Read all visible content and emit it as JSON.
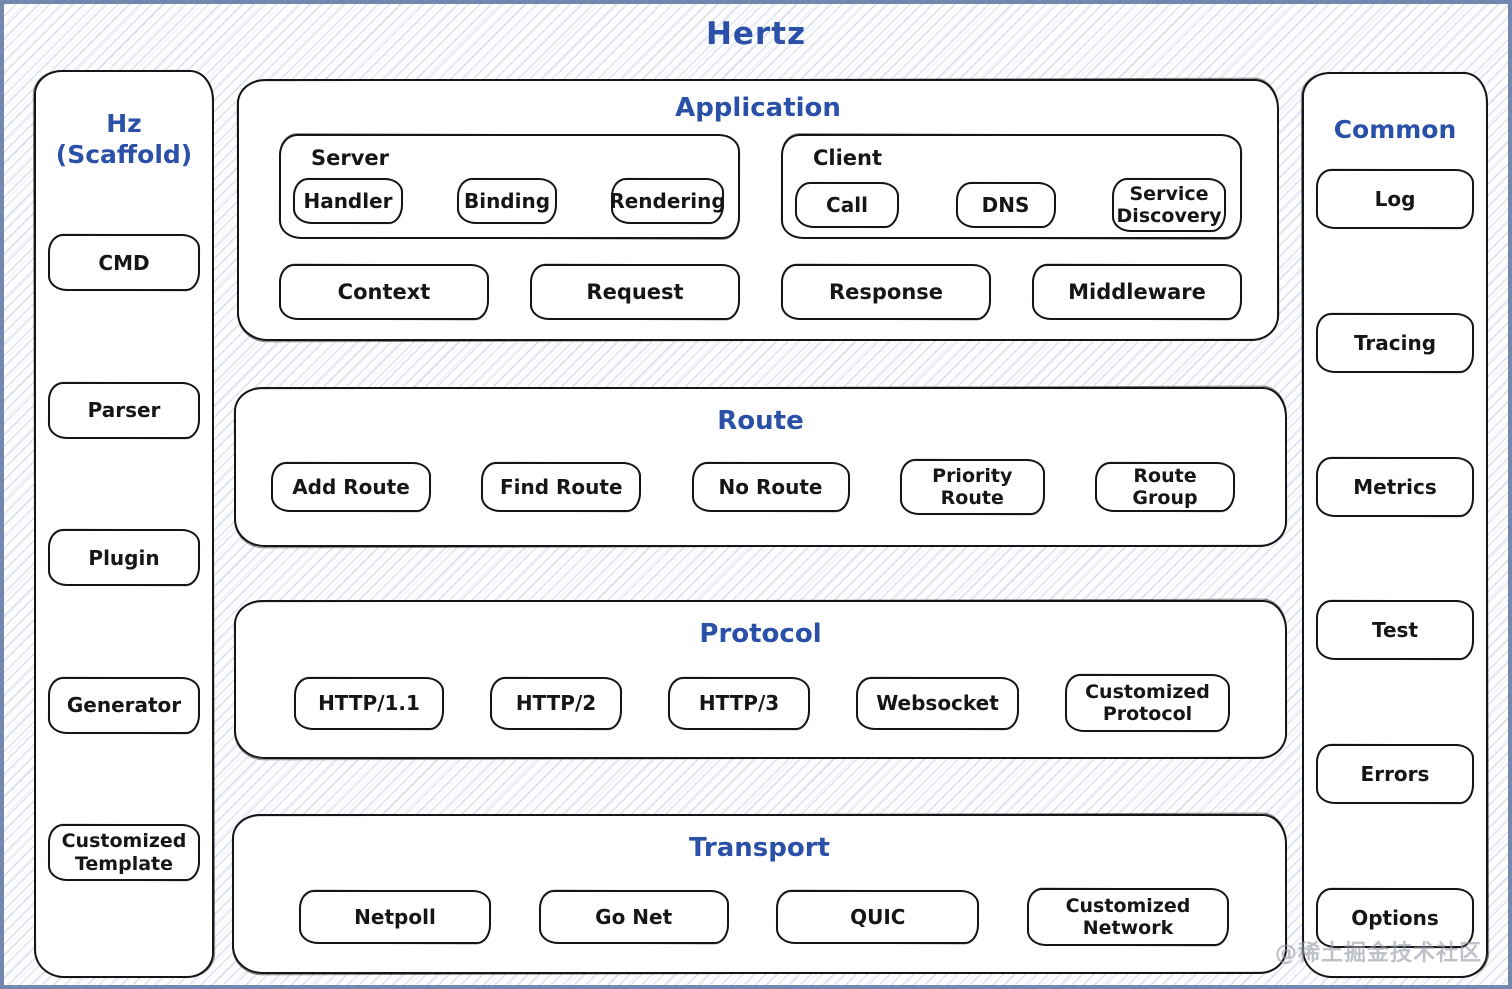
{
  "page": {
    "title": "Hertz",
    "watermark": "@稀土掘金技术社区"
  },
  "colors": {
    "accent_blue": "#2a50a8",
    "ink": "#161616",
    "frame": "#7488af",
    "hatch": "#c9d4ea",
    "watermark_gray": "#9a9fa8"
  },
  "left_sidebar": {
    "title_line1": "Hz",
    "title_line2": "(Scaffold)",
    "items": [
      "CMD",
      "Parser",
      "Plugin",
      "Generator",
      "Customized Template"
    ]
  },
  "right_sidebar": {
    "title": "Common",
    "items": [
      "Log",
      "Tracing",
      "Metrics",
      "Test",
      "Errors",
      "Options"
    ]
  },
  "layers": [
    {
      "title": "Application",
      "groups": [
        {
          "label": "Server",
          "items": [
            "Handler",
            "Binding",
            "Rendering"
          ]
        },
        {
          "label": "Client",
          "items": [
            "Call",
            "DNS",
            "Service Discovery"
          ]
        }
      ],
      "items": [
        "Context",
        "Request",
        "Response",
        "Middleware"
      ]
    },
    {
      "title": "Route",
      "items": [
        "Add Route",
        "Find Route",
        "No Route",
        "Priority Route",
        "Route Group"
      ]
    },
    {
      "title": "Protocol",
      "items": [
        "HTTP/1.1",
        "HTTP/2",
        "HTTP/3",
        "Websocket",
        "Customized Protocol"
      ]
    },
    {
      "title": "Transport",
      "items": [
        "Netpoll",
        "Go Net",
        "QUIC",
        "Customized Network"
      ]
    }
  ]
}
